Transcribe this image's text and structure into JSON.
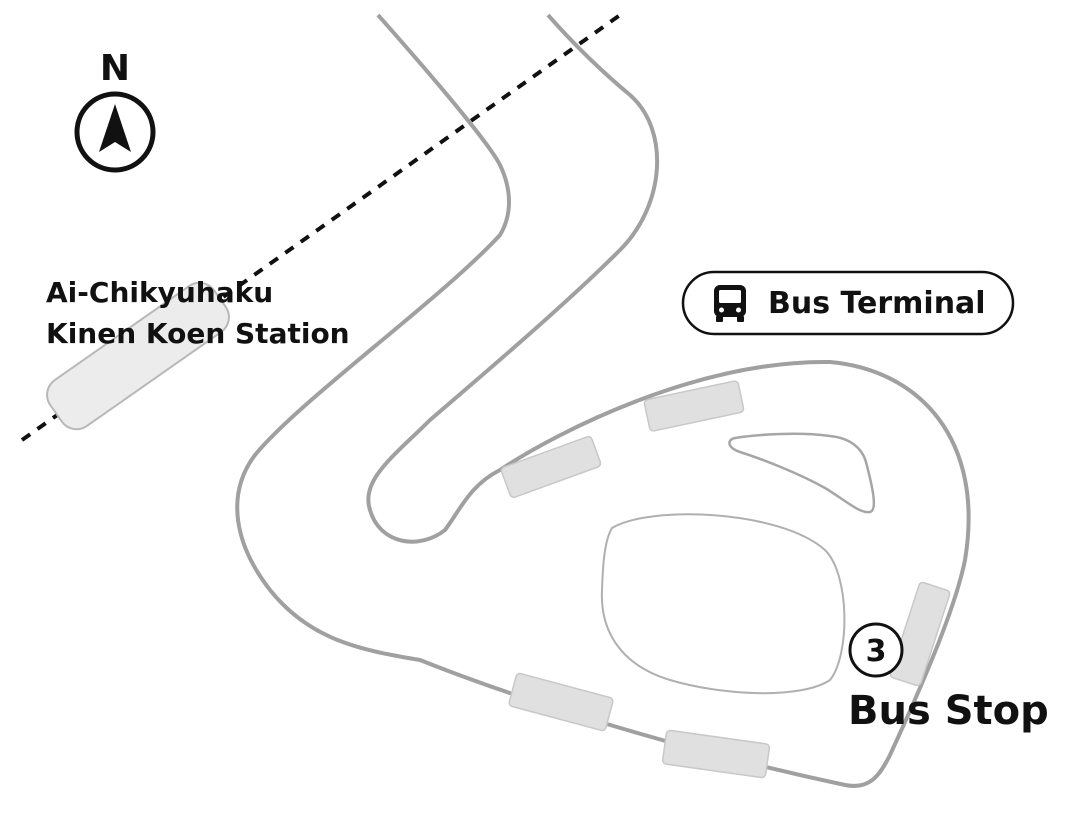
{
  "compass": {
    "letter": "N",
    "icon": "north-arrow-icon"
  },
  "station": {
    "name_line1": "Ai-Chikyuhaku",
    "name_line2": "Kinen Koen Station"
  },
  "terminal": {
    "label": "Bus Terminal",
    "icon": "bus-icon"
  },
  "bus_stop": {
    "number": "3",
    "label": "Bus Stop"
  },
  "colors": {
    "road_outline": "#a0a0a0",
    "platform_fill": "#e0e0e0",
    "station_fill": "#ececec",
    "text": "#111111",
    "railway": "#111111"
  }
}
